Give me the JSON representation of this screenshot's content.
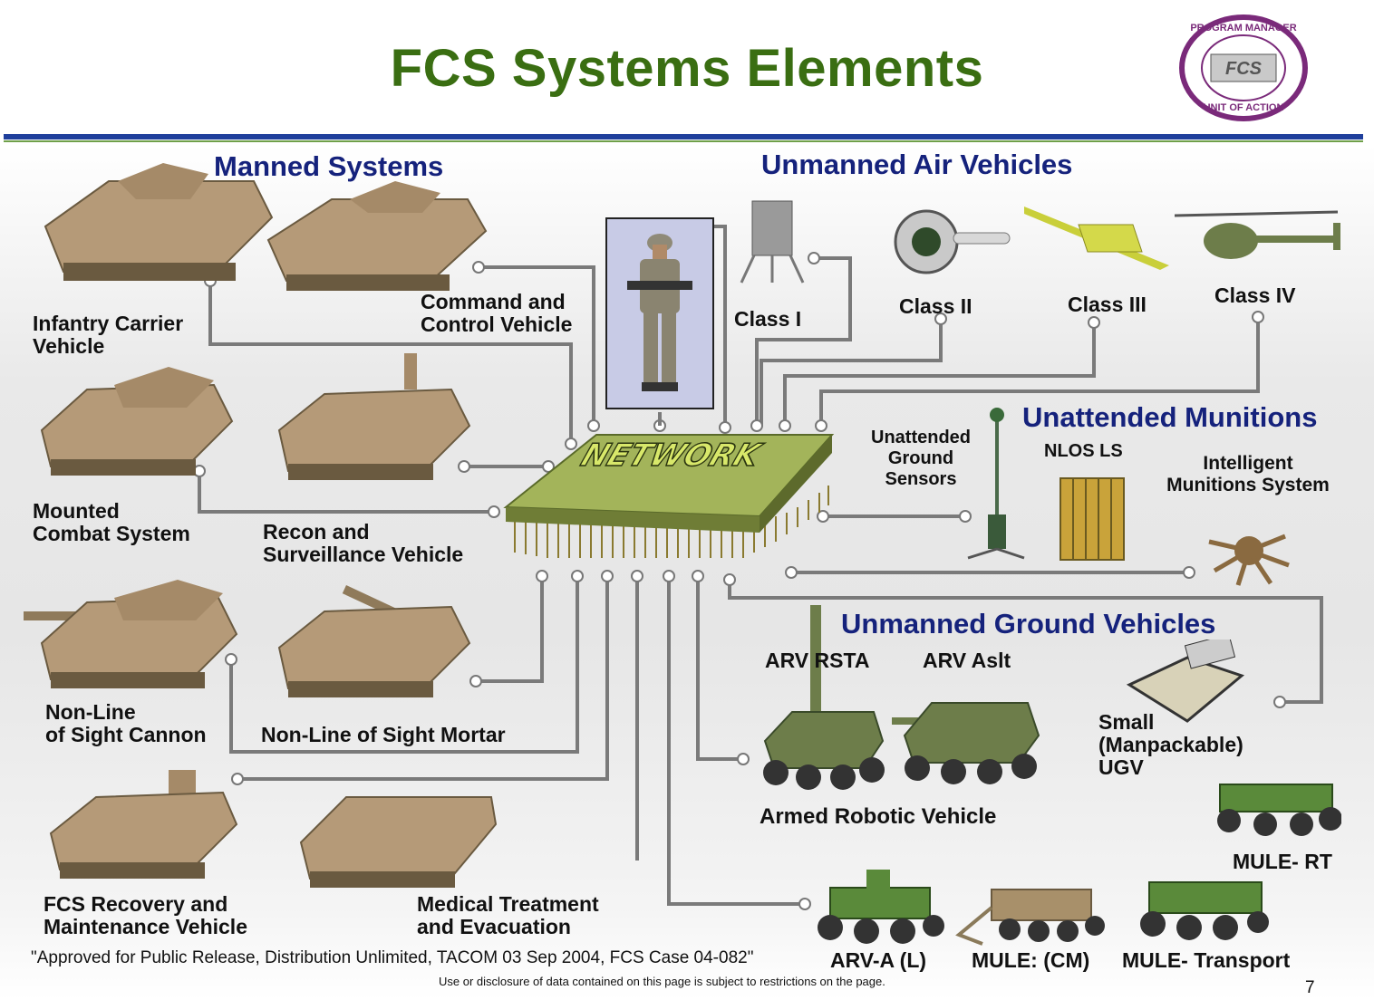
{
  "header": {
    "title": "FCS Systems Elements",
    "seal_lettering": [
      "PROGRAM MANAGER",
      "FCS",
      "UNIT OF ACTION"
    ]
  },
  "sections": {
    "manned": "Manned Systems",
    "uav": "Unmanned Air Vehicles",
    "munitions": "Unattended Munitions",
    "ugv": "Unmanned Ground Vehicles"
  },
  "network_label": "NETWORK",
  "labels": {
    "icv": "Infantry Carrier\nVehicle",
    "c2v": "Command and\nControl Vehicle",
    "mcs": "Mounted\nCombat System",
    "rsv": "Recon and\nSurveillance Vehicle",
    "nlos_c": "Non-Line\nof Sight Cannon",
    "nlos_m": "Non-Line of Sight Mortar",
    "frmv": "FCS Recovery and\nMaintenance Vehicle",
    "mv": "Medical Treatment\nand Evacuation",
    "class1": "Class I",
    "class2": "Class II",
    "class3": "Class III",
    "class4": "Class IV",
    "ugs": "Unattended\nGround\nSensors",
    "nlosls": "NLOS LS",
    "ims": "Intelligent\nMunitions System",
    "arv_rsta": "ARV RSTA",
    "arv_aslt": "ARV Aslt",
    "arv": "Armed Robotic Vehicle",
    "sugv": "Small\n(Manpackable)\nUGV",
    "mule_rt": "MULE- RT",
    "arva": "ARV-A (L)",
    "mule_cm": "MULE: (CM)",
    "mule_t": "MULE- Transport"
  },
  "footer": {
    "release": "\"Approved for Public Release, Distribution Unlimited, TACOM 03 Sep 2004, FCS Case 04-082\"",
    "notice": "Use or disclosure of data contained on this page is subject to restrictions on the page.",
    "page": "7"
  },
  "colors": {
    "title": "#3a6e12",
    "heading": "#15227c",
    "rule": "#1f3f9c",
    "wire": "#7a7a7a",
    "chip": "#8a9b4c",
    "tan": "#b59a78",
    "ugv_green": "#6d7d4a",
    "seal": "#7a2a7a"
  }
}
